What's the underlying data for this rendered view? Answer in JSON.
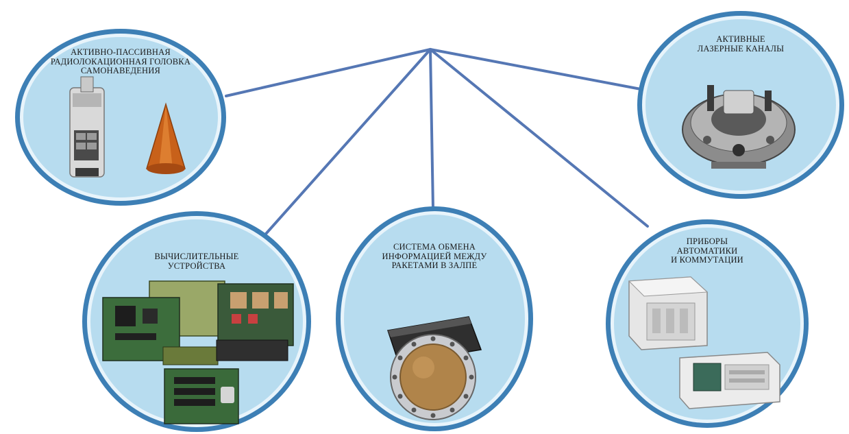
{
  "colors": {
    "connector": "#5577b4",
    "disc_fill": "#b7dcef",
    "disc_ring": "#3d7fb5",
    "disc_ring_light": "#e8f4fb"
  },
  "hub": {},
  "nodes": [
    {
      "id": "radar-seeker",
      "label_lines": [
        "АКТИВНО-ПАССИВНАЯ",
        "РАДИОЛОКАЦИОННАЯ ГОЛОВКА",
        "САМОНАВЕДЕНИЯ"
      ],
      "picture": [
        "seeker-assembly-icon",
        "radome-cone-icon"
      ]
    },
    {
      "id": "laser-channels",
      "label_lines": [
        "АКТИВНЫЕ",
        "ЛАЗЕРНЫЕ КАНАЛЫ"
      ],
      "picture": [
        "laser-unit-icon"
      ]
    },
    {
      "id": "computing-devices",
      "label_lines": [
        "ВЫЧИСЛИТЕЛЬНЫЕ",
        "УСТРОЙСТВА"
      ],
      "picture": [
        "circuit-boards-icon"
      ]
    },
    {
      "id": "data-exchange",
      "label_lines": [
        "СИСТЕМА ОБМЕНА",
        "ИНФОРМАЦИЕЙ МЕЖДУ",
        "РАКЕТАМИ В ЗАЛПЕ"
      ],
      "picture": [
        "datalink-antenna-icon"
      ]
    },
    {
      "id": "automation-switching",
      "label_lines": [
        "ПРИБОРЫ",
        "АВТОМАТИКИ",
        "И КОММУТАЦИИ"
      ],
      "picture": [
        "switching-units-icon"
      ]
    }
  ]
}
